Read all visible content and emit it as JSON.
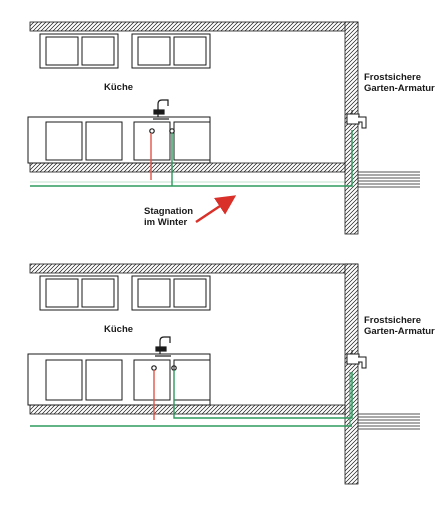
{
  "labels": {
    "kitchen_top": "Küche",
    "kitchen_bottom": "Küche",
    "valve_top_line1": "Frostsichere",
    "valve_top_line2": "Garten-Armatur",
    "valve_bottom_line1": "Frostsichere",
    "valve_bottom_line2": "Garten-Armatur",
    "stagnation_line1": "Stagnation",
    "stagnation_line2": "im Winter"
  },
  "colors": {
    "hot_pipe": "#e05545",
    "cold_pipe": "#2e9a5e",
    "arrow": "#d9302a",
    "wall_line": "#1a1a1a"
  },
  "icons": {
    "faucet": "faucet-icon",
    "garden_valve": "garden-valve-icon",
    "arrow": "arrow-icon"
  }
}
